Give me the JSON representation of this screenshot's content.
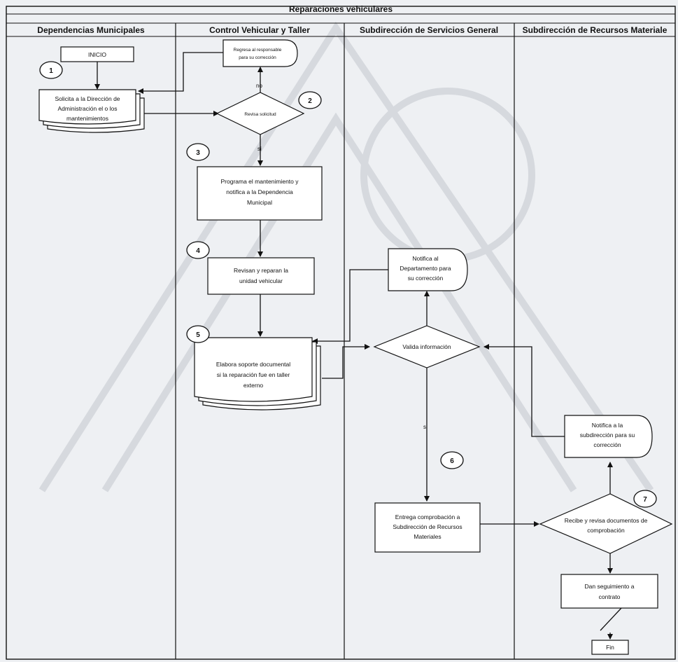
{
  "title": "Reparaciones vehiculares",
  "lanes": [
    "Dependencias Municipales",
    "Control Vehicular y Taller",
    "Subdirección de Servicios General",
    "Subdirección de Recursos Materiale"
  ],
  "nodes": {
    "inicio": "INICIO",
    "solicita": [
      "Solicita a la Dirección de",
      "Administración el o los",
      "mantenimientos"
    ],
    "regresa": [
      "Regresa al responsable",
      "para su corrección"
    ],
    "revisa_solicitud": "Revisa solicitud",
    "programa": [
      "Programa el mantenimiento y",
      "notifica a la Dependencia",
      "Municipal"
    ],
    "revisan": [
      "Revisan y reparan la",
      "unidad vehicular"
    ],
    "elabora": [
      "Elabora soporte documental",
      "si la reparación fue en taller",
      "externo"
    ],
    "notifica_depto": [
      "Notifica al",
      "Departamento para",
      "su corrección"
    ],
    "valida": "Valida información",
    "notifica_sub": [
      "Notifica a la",
      "subdirección para su",
      "corrección"
    ],
    "entrega": [
      "Entrega comprobación a",
      "Subdirección de Recursos",
      "Materiales"
    ],
    "recibe": [
      "Recibe y revisa documentos de",
      "comprobación"
    ],
    "dan_seguimiento": [
      "Dan seguimiento a",
      "contrato"
    ],
    "fin": "Fin"
  },
  "steps": [
    "1",
    "2",
    "3",
    "4",
    "5",
    "6",
    "7"
  ],
  "edge_labels": {
    "no": "no",
    "si": "si"
  }
}
